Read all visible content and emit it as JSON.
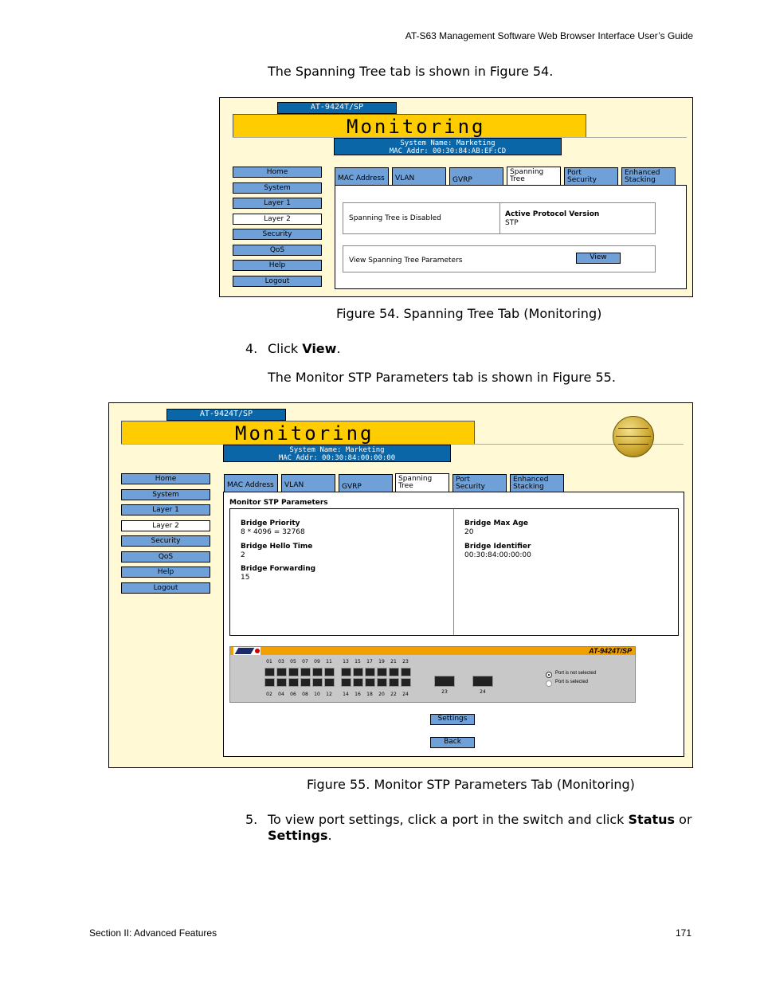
{
  "header": {
    "doc_title": "AT-S63 Management Software Web Browser Interface User’s Guide"
  },
  "intro_text": "The Spanning Tree tab is shown in Figure 54.",
  "step4": {
    "num": "4.",
    "prefix": "Click ",
    "bold": "View",
    "suffix": "."
  },
  "fig55_intro": "The Monitor STP Parameters tab is shown in Figure 55.",
  "step5": {
    "num": "5.",
    "prefix": "To view port settings, click a port in the switch and click ",
    "bold1": "Status",
    "mid": " or",
    "bold2": "Settings",
    "suffix": "."
  },
  "fig54": {
    "caption": "Figure 54. Spanning Tree Tab (Monitoring)",
    "model": "AT-9424T/SP",
    "title": "Monitoring",
    "system_name": "System Name: Marketing",
    "mac_addr": "MAC Addr: 00:30:84:AB:EF:CD",
    "nav": [
      "Home",
      "System",
      "Layer 1",
      "Layer 2",
      "Security",
      "QoS",
      "Help",
      "Logout"
    ],
    "tabs": [
      {
        "l1": "MAC Address",
        "l2": ""
      },
      {
        "l1": "VLAN",
        "l2": ""
      },
      {
        "l1": "GVRP",
        "l2": ""
      },
      {
        "l1": "Spanning",
        "l2": "Tree"
      },
      {
        "l1": "Port",
        "l2": "Security"
      },
      {
        "l1": "Enhanced",
        "l2": "Stacking"
      }
    ],
    "stp_status": "Spanning Tree is Disabled",
    "protocol_label": "Active Protocol Version",
    "protocol_value": "STP",
    "view_label": "View Spanning Tree Parameters",
    "view_button": "View"
  },
  "fig55": {
    "caption": "Figure 55. Monitor STP Parameters Tab (Monitoring)",
    "model": "AT-9424T/SP",
    "title": "Monitoring",
    "system_name": "System Name: Marketing",
    "mac_addr": "MAC Addr: 00:30:84:00:00:00",
    "nav": [
      "Home",
      "System",
      "Layer 1",
      "Layer 2",
      "Security",
      "QoS",
      "Help",
      "Logout"
    ],
    "tabs": [
      {
        "l1": "MAC Address",
        "l2": ""
      },
      {
        "l1": "VLAN",
        "l2": ""
      },
      {
        "l1": "GVRP",
        "l2": ""
      },
      {
        "l1": "Spanning",
        "l2": "Tree"
      },
      {
        "l1": "Port",
        "l2": "Security"
      },
      {
        "l1": "Enhanced",
        "l2": "Stacking"
      }
    ],
    "section_title": "Monitor STP Parameters",
    "left_params": [
      {
        "label": "Bridge Priority",
        "value": "8 * 4096 = 32768"
      },
      {
        "label": "Bridge Hello Time",
        "value": "2"
      },
      {
        "label": "Bridge Forwarding",
        "value": "15"
      }
    ],
    "right_params": [
      {
        "label": "Bridge Max Age",
        "value": "20"
      },
      {
        "label": "Bridge Identifier",
        "value": "00:30:84:00:00:00"
      }
    ],
    "switch_model": "AT-9424T/SP",
    "top_port_numbers": [
      "01",
      "03",
      "05",
      "07",
      "09",
      "11",
      "13",
      "15",
      "17",
      "19",
      "21",
      "23"
    ],
    "bottom_port_numbers": [
      "02",
      "04",
      "06",
      "08",
      "10",
      "12",
      "14",
      "16",
      "18",
      "20",
      "22",
      "24"
    ],
    "uplink_labels": [
      "23",
      "24"
    ],
    "legend": [
      "Port is not selected",
      "Port is selected"
    ],
    "settings_button": "Settings",
    "back_button": "Back"
  },
  "footer": {
    "section": "Section II: Advanced Features",
    "page": "171"
  }
}
